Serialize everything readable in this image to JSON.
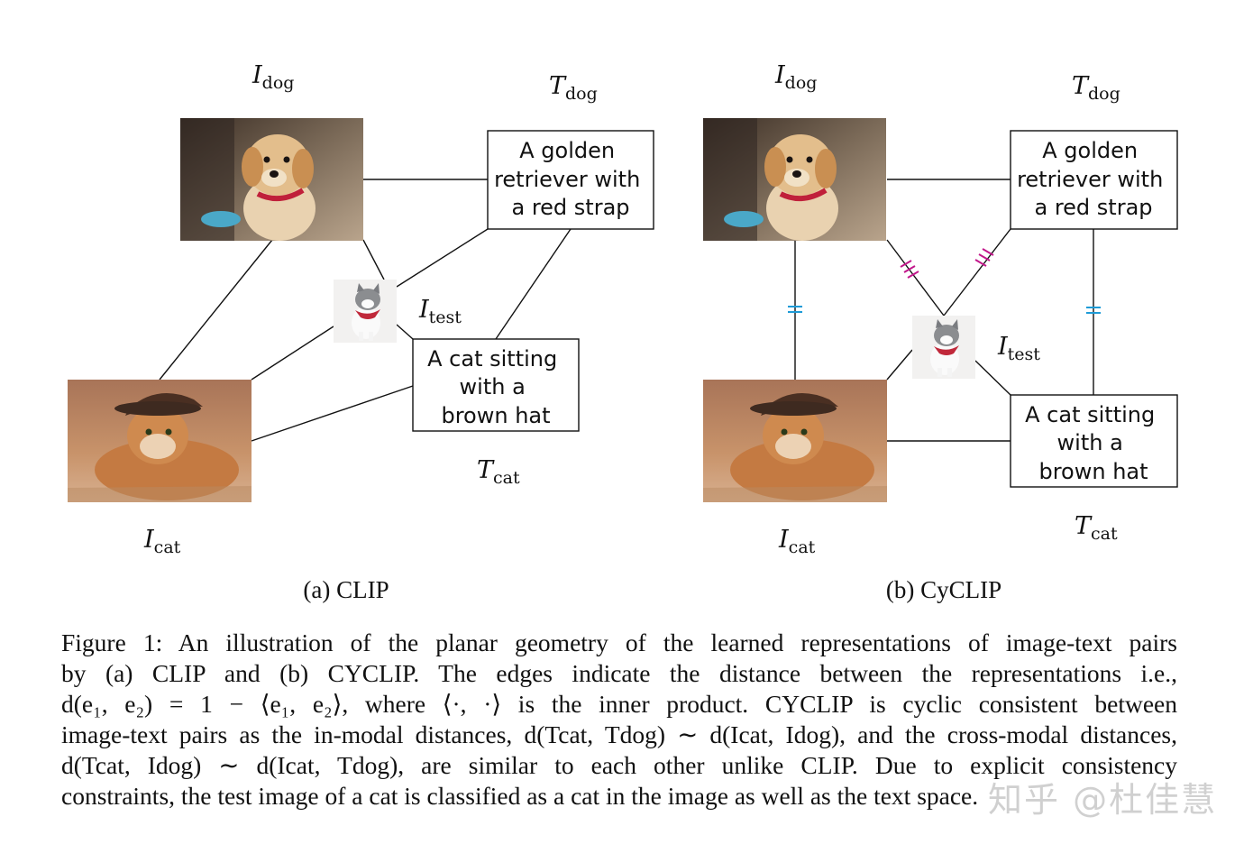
{
  "panel_a": {
    "caption": "(a) CLIP",
    "labels": {
      "I": "I",
      "T": "T",
      "dog": "dog",
      "cat": "cat",
      "test": "test"
    },
    "text_dog": [
      "A golden",
      "retriever with",
      "a red strap"
    ],
    "text_cat": [
      "A cat sitting",
      "with a",
      "brown hat"
    ]
  },
  "panel_b": {
    "caption": "(b) CyCLIP",
    "text_dog": [
      "A golden",
      "retriever with",
      "a red strap"
    ],
    "text_cat": [
      "A cat sitting",
      "with a",
      "brown hat"
    ]
  },
  "caption_lines": [
    "Figure 1: An illustration of the planar geometry of the learned representations of image-text pairs",
    "by (a) CLIP and (b) CYCLIP. The edges indicate the distance between the representations i.e.,",
    "d(e₁, e₂) = 1 − ⟨e₁, e₂⟩, where ⟨·, ·⟩ is the inner product. CYCLIP is cyclic consistent between",
    "image-text pairs as the in-modal distances, d(Tcat, Tdog) ∼ d(Icat, Idog), and the cross-modal distances,",
    "d(Tcat, Idog) ∼ d(Icat, Tdog), are similar to each other unlike CLIP. Due to explicit consistency",
    "constraints, the test image of a cat is classified as a cat in the image as well as the text space."
  ],
  "watermark": "知乎 @杜佳慧",
  "colors": {
    "tick_magenta": "#c2188b",
    "tick_blue": "#1e9bd7"
  }
}
